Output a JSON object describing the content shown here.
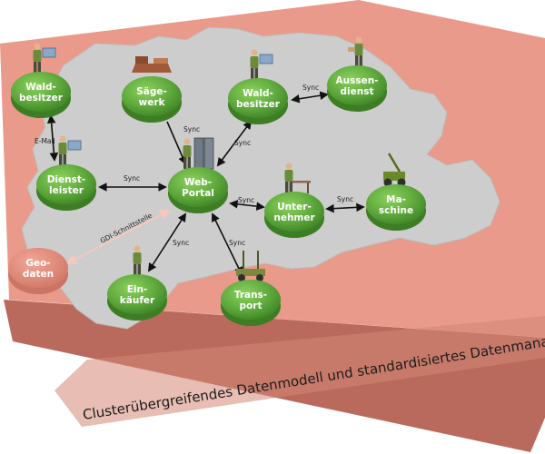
{
  "banner": {
    "text": "Clusterübergreifendes Datenmodell und standardisiertes Datenmanagement"
  },
  "colors": {
    "board_red": "#e99a8a",
    "board_red_dark": "#c97464",
    "board_side": "#b96a5c",
    "land_gray": "#cdcdcd",
    "node_green": "#5ea83c",
    "node_green_dark": "#3d7d24",
    "node_red": "#e08a7a"
  },
  "nodes": [
    {
      "id": "waldbesitzer_1",
      "lines": [
        "Wald-",
        "besitzer"
      ],
      "kind": "green",
      "figure": "person-map-icon"
    },
    {
      "id": "saegewerk",
      "lines": [
        "Säge-",
        "werk"
      ],
      "kind": "green",
      "figure": "sawmill-icon"
    },
    {
      "id": "waldbesitzer_2",
      "lines": [
        "Wald-",
        "besitzer"
      ],
      "kind": "green",
      "figure": "person-map-icon"
    },
    {
      "id": "aussendienst",
      "lines": [
        "Aussen-",
        "dienst"
      ],
      "kind": "green",
      "figure": "field-worker-icon"
    },
    {
      "id": "dienstleister",
      "lines": [
        "Dienst-",
        "leister"
      ],
      "kind": "green",
      "figure": "person-map-icon"
    },
    {
      "id": "webportal",
      "lines": [
        "Web-",
        "Portal"
      ],
      "kind": "green",
      "figure": "server-rack-icon"
    },
    {
      "id": "unternehmer",
      "lines": [
        "Unter-",
        "nehmer"
      ],
      "kind": "green",
      "figure": "person-desk-icon"
    },
    {
      "id": "maschine",
      "lines": [
        "Ma-",
        "schine"
      ],
      "kind": "green",
      "figure": "harvester-icon"
    },
    {
      "id": "geodaten",
      "lines": [
        "Geo-",
        "daten"
      ],
      "kind": "red",
      "figure": ""
    },
    {
      "id": "einkaeufer",
      "lines": [
        "Ein-",
        "käufer"
      ],
      "kind": "green",
      "figure": "person-icon"
    },
    {
      "id": "transport",
      "lines": [
        "Trans-",
        "port"
      ],
      "kind": "green",
      "figure": "forwarder-icon"
    }
  ],
  "edges": [
    {
      "id": "wb1-dl",
      "label": "E-Mail",
      "style": "black"
    },
    {
      "id": "saege-web",
      "label": "Sync",
      "style": "black"
    },
    {
      "id": "wb2-web",
      "label": "Sync",
      "style": "black"
    },
    {
      "id": "wb2-aussen",
      "label": "Sync",
      "style": "black"
    },
    {
      "id": "dl-web",
      "label": "Sync",
      "style": "black"
    },
    {
      "id": "web-unter",
      "label": "Sync",
      "style": "black"
    },
    {
      "id": "unter-masch",
      "label": "Sync",
      "style": "black"
    },
    {
      "id": "web-ein",
      "label": "Sync",
      "style": "black"
    },
    {
      "id": "web-trans",
      "label": "Sync",
      "style": "black"
    },
    {
      "id": "geo-web",
      "label": "GDI-Schnittstelle",
      "style": "light"
    }
  ]
}
